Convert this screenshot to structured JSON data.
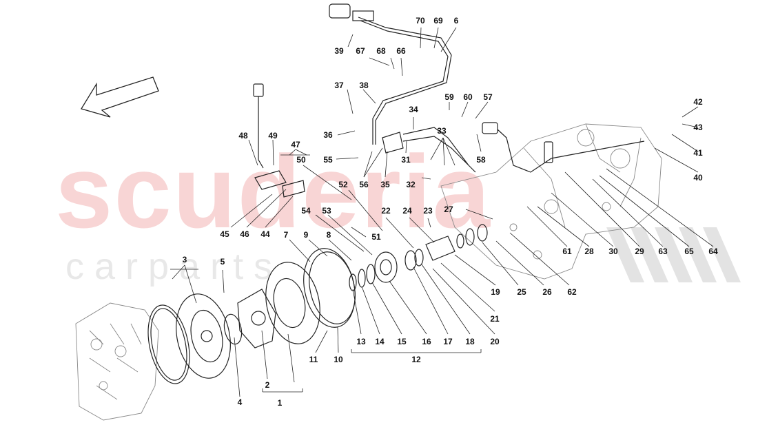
{
  "watermark": {
    "brand": "scuderia",
    "sub": "c a r p a r t s",
    "color": "#f3b4b4"
  },
  "direction_arrow": {
    "icon": "direction-arrow-icon"
  },
  "callouts": [
    {
      "id": "c1",
      "label": "1"
    },
    {
      "id": "c2",
      "label": "2"
    },
    {
      "id": "c3",
      "label": "3"
    },
    {
      "id": "c4",
      "label": "4"
    },
    {
      "id": "c5",
      "label": "5"
    },
    {
      "id": "c6",
      "label": "6"
    },
    {
      "id": "c7",
      "label": "7"
    },
    {
      "id": "c8",
      "label": "8"
    },
    {
      "id": "c9",
      "label": "9"
    },
    {
      "id": "c10",
      "label": "10"
    },
    {
      "id": "c11",
      "label": "11"
    },
    {
      "id": "c12",
      "label": "12"
    },
    {
      "id": "c13",
      "label": "13"
    },
    {
      "id": "c14",
      "label": "14"
    },
    {
      "id": "c15",
      "label": "15"
    },
    {
      "id": "c16",
      "label": "16"
    },
    {
      "id": "c17",
      "label": "17"
    },
    {
      "id": "c18",
      "label": "18"
    },
    {
      "id": "c19",
      "label": "19"
    },
    {
      "id": "c20",
      "label": "20"
    },
    {
      "id": "c21",
      "label": "21"
    },
    {
      "id": "c22",
      "label": "22"
    },
    {
      "id": "c23",
      "label": "23"
    },
    {
      "id": "c24",
      "label": "24"
    },
    {
      "id": "c25",
      "label": "25"
    },
    {
      "id": "c26",
      "label": "26"
    },
    {
      "id": "c27",
      "label": "27"
    },
    {
      "id": "c28",
      "label": "28"
    },
    {
      "id": "c29",
      "label": "29"
    },
    {
      "id": "c30",
      "label": "30"
    },
    {
      "id": "c31",
      "label": "31"
    },
    {
      "id": "c32",
      "label": "32"
    },
    {
      "id": "c33",
      "label": "33"
    },
    {
      "id": "c34",
      "label": "34"
    },
    {
      "id": "c35",
      "label": "35"
    },
    {
      "id": "c36",
      "label": "36"
    },
    {
      "id": "c37",
      "label": "37"
    },
    {
      "id": "c38",
      "label": "38"
    },
    {
      "id": "c39",
      "label": "39"
    },
    {
      "id": "c40",
      "label": "40"
    },
    {
      "id": "c41",
      "label": "41"
    },
    {
      "id": "c42",
      "label": "42"
    },
    {
      "id": "c43",
      "label": "43"
    },
    {
      "id": "c44",
      "label": "44"
    },
    {
      "id": "c45",
      "label": "45"
    },
    {
      "id": "c46",
      "label": "46"
    },
    {
      "id": "c47",
      "label": "47"
    },
    {
      "id": "c48",
      "label": "48"
    },
    {
      "id": "c49",
      "label": "49"
    },
    {
      "id": "c50",
      "label": "50"
    },
    {
      "id": "c51",
      "label": "51"
    },
    {
      "id": "c52",
      "label": "52"
    },
    {
      "id": "c53",
      "label": "53"
    },
    {
      "id": "c54",
      "label": "54"
    },
    {
      "id": "c55",
      "label": "55"
    },
    {
      "id": "c56",
      "label": "56"
    },
    {
      "id": "c57",
      "label": "57"
    },
    {
      "id": "c58",
      "label": "58"
    },
    {
      "id": "c59",
      "label": "59"
    },
    {
      "id": "c60",
      "label": "60"
    },
    {
      "id": "c61",
      "label": "61"
    },
    {
      "id": "c62",
      "label": "62"
    },
    {
      "id": "c63",
      "label": "63"
    },
    {
      "id": "c64",
      "label": "64"
    },
    {
      "id": "c65",
      "label": "65"
    },
    {
      "id": "c66",
      "label": "66"
    },
    {
      "id": "c67",
      "label": "67"
    },
    {
      "id": "c68",
      "label": "68"
    },
    {
      "id": "c69",
      "label": "69"
    },
    {
      "id": "c70",
      "label": "70"
    }
  ]
}
